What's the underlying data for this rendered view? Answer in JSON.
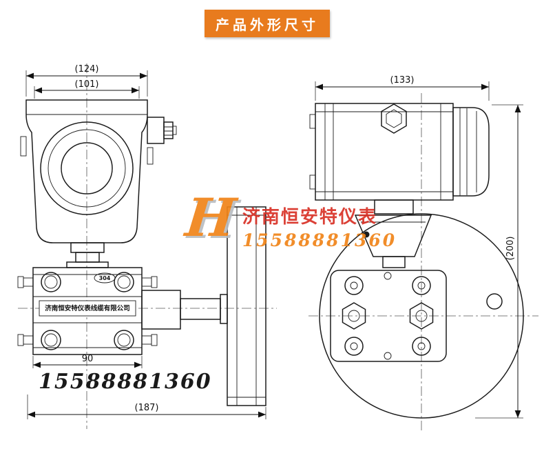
{
  "header": {
    "badge_label": "产品外形尺寸"
  },
  "front_view": {
    "dim_outer_width": "(124)",
    "dim_inner_width": "(101)",
    "dim_flange_width": "90",
    "dim_overall_depth": "(187)",
    "material_mark": "304",
    "nameplate_label": "济南恒安特仪表线缆有限公司",
    "phone_stamp": "15588881360"
  },
  "side_view": {
    "dim_width": "(133)",
    "dim_height": "(200)"
  },
  "watermark": {
    "logo_letter": "H",
    "brand_name": "济南恒安特仪表",
    "phone": "15588881360"
  },
  "colors": {
    "badge_bg": "#e87b1e",
    "badge_text": "#ffffff",
    "watermark_brand": "#d93025",
    "watermark_phone": "#f08418",
    "drawing_line": "#1b1b1b"
  }
}
